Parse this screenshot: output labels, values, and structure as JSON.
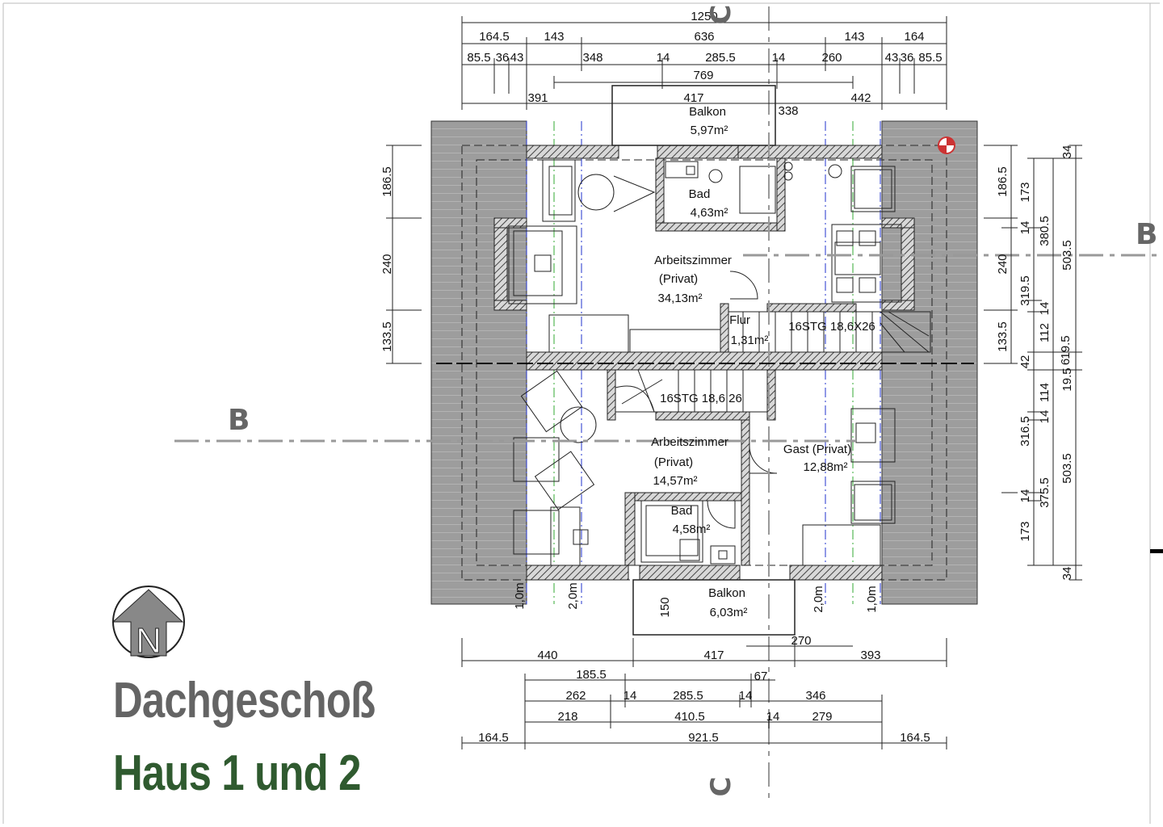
{
  "title": {
    "line1": "Dachgeschoß",
    "line2": "Haus 1 und 2"
  },
  "colors": {
    "roof": "#9a9a9a",
    "wall_hatch": "#555555",
    "title_gray": "#646464",
    "title_green": "#2f5a2f",
    "section_line": "#999999"
  },
  "section_markers": {
    "b_left": "B",
    "b_right": "B",
    "c_top": "C",
    "c_bottom": "C"
  },
  "north_arrow": {
    "letter": "N",
    "icon": "north-arrow-icon"
  },
  "rooms": [
    {
      "id": "balkon-top",
      "name": "Balkon",
      "area": "5,97m²"
    },
    {
      "id": "bad-top",
      "name": "Bad",
      "area": "4,63m²"
    },
    {
      "id": "arbeitszimmer-top",
      "name": "Arbeitszimmer",
      "sub": "(Privat)",
      "area": "34,13m²"
    },
    {
      "id": "flur",
      "name": "Flur",
      "area": "1,31m²"
    },
    {
      "id": "arbeitszimmer-bottom",
      "name": "Arbeitszimmer",
      "sub": "(Privat)",
      "area": "14,57m²"
    },
    {
      "id": "gast",
      "name": "Gast (Privat)",
      "area": "12,88m²"
    },
    {
      "id": "bad-bottom",
      "name": "Bad",
      "area": "4,58m²"
    },
    {
      "id": "balkon-bottom",
      "name": "Balkon",
      "area": "6,03m²"
    }
  ],
  "stairs": {
    "top": "16STG  18,6X26",
    "bottom": "16STG  18,6  26"
  },
  "dims_top": {
    "row0": [
      "1250"
    ],
    "row1": [
      "164.5",
      "143",
      "636",
      "143",
      "164"
    ],
    "row2": [
      "85.5",
      "36",
      "43",
      "348",
      "14",
      "285.5",
      "14",
      "260",
      "43",
      "36",
      "85.5"
    ],
    "row3": [
      "769"
    ],
    "row4": [
      "391",
      "417",
      "338",
      "442"
    ]
  },
  "dims_bottom": {
    "row1": [
      "440",
      "417",
      "393"
    ],
    "row1b": [
      "270"
    ],
    "row2": [
      "185.5",
      "67"
    ],
    "row3": [
      "262",
      "14",
      "285.5",
      "14",
      "346"
    ],
    "row4": [
      "218",
      "410.5",
      "14",
      "279"
    ],
    "row5": [
      "164.5",
      "921.5",
      "164.5"
    ]
  },
  "dims_left": [
    "186.5",
    "240",
    "133.5"
  ],
  "dims_right_inner": [
    "186.5",
    "240",
    "133.5"
  ],
  "dims_right": {
    "col1": [
      "173",
      "14",
      "319.5",
      "14",
      "112",
      "42",
      "114",
      "14",
      "316.5",
      "14",
      "173"
    ],
    "col2": [
      "380.5",
      "19.5",
      "6",
      "375.5"
    ],
    "col3": [
      "34",
      "503.5",
      "19.5",
      "503.5",
      "34"
    ]
  },
  "clear_heights": [
    "1,0m",
    "2,0m",
    "2,0m",
    "1,0m"
  ],
  "balkon_bottom_dim": "150"
}
